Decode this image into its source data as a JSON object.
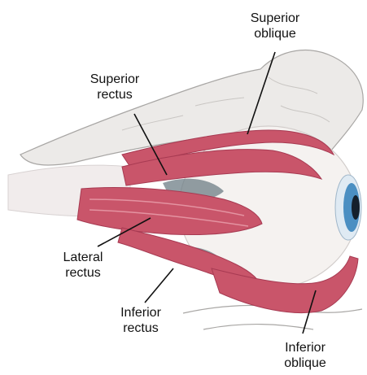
{
  "labels": {
    "superior_oblique": [
      "Superior",
      "oblique"
    ],
    "superior_rectus": [
      "Superior",
      "rectus"
    ],
    "lateral_rectus": [
      "Lateral",
      "rectus"
    ],
    "inferior_rectus": [
      "Inferior",
      "rectus"
    ],
    "inferior_oblique": [
      "Inferior",
      "oblique"
    ]
  },
  "colors": {
    "muscle": "#c9556a",
    "muscle_dark": "#a73a52",
    "muscle_light": "#e79aa7",
    "tendon": "#f1ecec",
    "bone": "#eceae8",
    "bone_edge": "#a8a6a4",
    "iris": "#4b8fc2",
    "pupil": "#15202b",
    "fat": "#6e7e86",
    "leader": "#111111"
  }
}
